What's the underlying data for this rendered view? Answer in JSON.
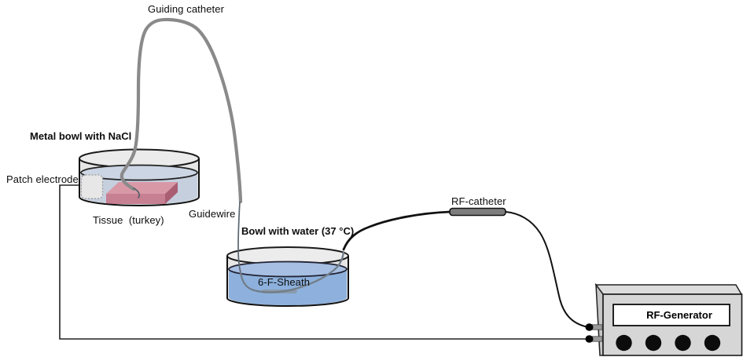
{
  "figure": {
    "type": "experimental-setup-diagram",
    "labels": {
      "guiding_catheter": "Guiding catheter",
      "metal_bowl": "Metal bowl with NaCl",
      "patch_electrode": "Patch electrode",
      "tissue": "Tissue  (turkey)",
      "guidewire": "Guidewire",
      "water_bowl": "Bowl with water (37 °C)",
      "sheath": "6-F-Sheath",
      "rf_catheter": "RF-catheter",
      "rf_generator": "RF-Generator"
    },
    "generator": {
      "display_label": "RF-Generator",
      "knob_count": 4,
      "connector_count": 2
    },
    "colors": {
      "catheter_gray": "#8a8a8a",
      "guidewire_gray": "#5b6671",
      "sheath_gray": "#717d88",
      "rf_wire_black": "#111111",
      "bowl_rim_gray": "#ebebeb",
      "bowl_wall_gray": "#e6e6e6",
      "nacl_liquid_surface": "#ccd5e3",
      "nacl_liquid_body": "#c5cfde",
      "water_surface_blue": "#a6bfe2",
      "water_body_blue": "#8db1dc",
      "tissue_top": "#d998a6",
      "tissue_front": "#c77f92",
      "tissue_side": "#aa5e72",
      "patch_electrode_fill": "#e7e7e7",
      "rf_catheter_bar": "#7d7d7d",
      "generator_front": "#d6d6d6",
      "generator_top": "#dcdcdc",
      "generator_side": "#c6c6c6",
      "generator_display_bg": "#ffffff",
      "knob_black": "#0c0c0c"
    }
  }
}
